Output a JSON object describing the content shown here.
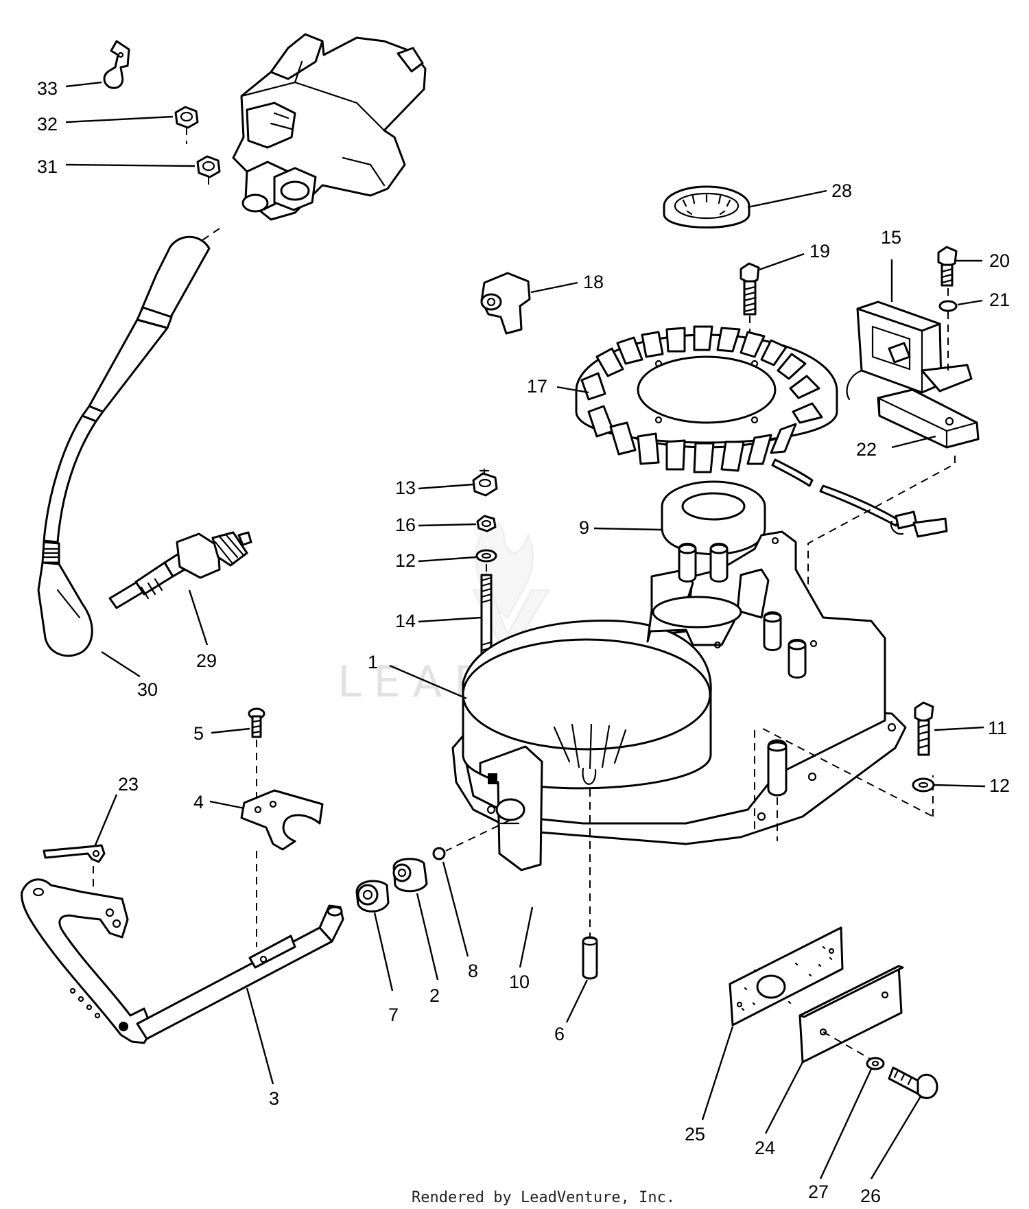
{
  "callouts": [
    {
      "id": "33",
      "text": "33"
    },
    {
      "id": "32",
      "text": "32"
    },
    {
      "id": "31",
      "text": "31"
    },
    {
      "id": "28",
      "text": "28"
    },
    {
      "id": "19",
      "text": "19"
    },
    {
      "id": "15",
      "text": "15"
    },
    {
      "id": "20",
      "text": "20"
    },
    {
      "id": "21",
      "text": "21"
    },
    {
      "id": "18",
      "text": "18"
    },
    {
      "id": "17",
      "text": "17"
    },
    {
      "id": "22",
      "text": "22"
    },
    {
      "id": "13",
      "text": "13"
    },
    {
      "id": "16",
      "text": "16"
    },
    {
      "id": "12a",
      "text": "12"
    },
    {
      "id": "9",
      "text": "9"
    },
    {
      "id": "14",
      "text": "14"
    },
    {
      "id": "29",
      "text": "29"
    },
    {
      "id": "30",
      "text": "30"
    },
    {
      "id": "1",
      "text": "1"
    },
    {
      "id": "5",
      "text": "5"
    },
    {
      "id": "11",
      "text": "11"
    },
    {
      "id": "12b",
      "text": "12"
    },
    {
      "id": "23",
      "text": "23"
    },
    {
      "id": "4",
      "text": "4"
    },
    {
      "id": "8",
      "text": "8"
    },
    {
      "id": "2",
      "text": "2"
    },
    {
      "id": "10",
      "text": "10"
    },
    {
      "id": "7",
      "text": "7"
    },
    {
      "id": "6",
      "text": "6"
    },
    {
      "id": "3",
      "text": "3"
    },
    {
      "id": "25",
      "text": "25"
    },
    {
      "id": "24",
      "text": "24"
    },
    {
      "id": "27",
      "text": "27"
    },
    {
      "id": "26",
      "text": "26"
    }
  ],
  "watermark": "LEADVENTURE",
  "footer": "Rendered by LeadVenture, Inc."
}
